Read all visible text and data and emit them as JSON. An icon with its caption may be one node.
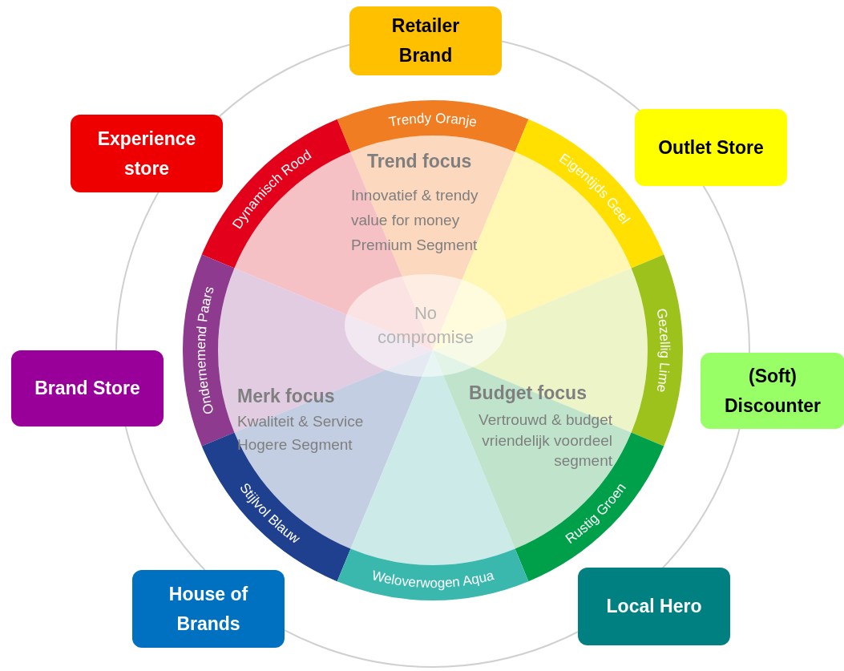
{
  "diagram": {
    "nodes": [
      {
        "text": [
          "Retailer Brand"
        ]
      },
      {
        "text": [
          "Experience store"
        ]
      },
      {
        "text": [
          "Outlet Store"
        ]
      },
      {
        "text": [
          "Trendy Oranje"
        ]
      },
      {
        "text": [
          "Dynamisch Rood"
        ]
      },
      {
        "text": [
          "Eigentijds Geel"
        ]
      },
      {
        "text": [
          "Ondernemend Paars"
        ]
      },
      {
        "text": [
          "Gezellig Lime"
        ]
      },
      {
        "text": [
          "No compromise"
        ]
      },
      {
        "text": [
          "Brand Store"
        ]
      },
      {
        "text": [
          "(Soft) Discounter"
        ]
      },
      {
        "text": [
          "Stijlvol Blauw"
        ]
      },
      {
        "text": [
          "Rustig Groen"
        ]
      },
      {
        "text": [
          "Weloverwogen Aqua"
        ]
      },
      {
        "text": [
          "House of Brands"
        ]
      },
      {
        "text": [
          "Local Hero"
        ]
      }
    ],
    "labels": [
      "Trend focus",
      "Innovatief & trendy",
      "value for money",
      "Premium Segment",
      "Merk focus",
      "Kwaliteit & Service",
      "Hogere Segment",
      "Budget focus",
      "Vertrouwd & budget vriendelijk voordeel segment"
    ]
  }
}
